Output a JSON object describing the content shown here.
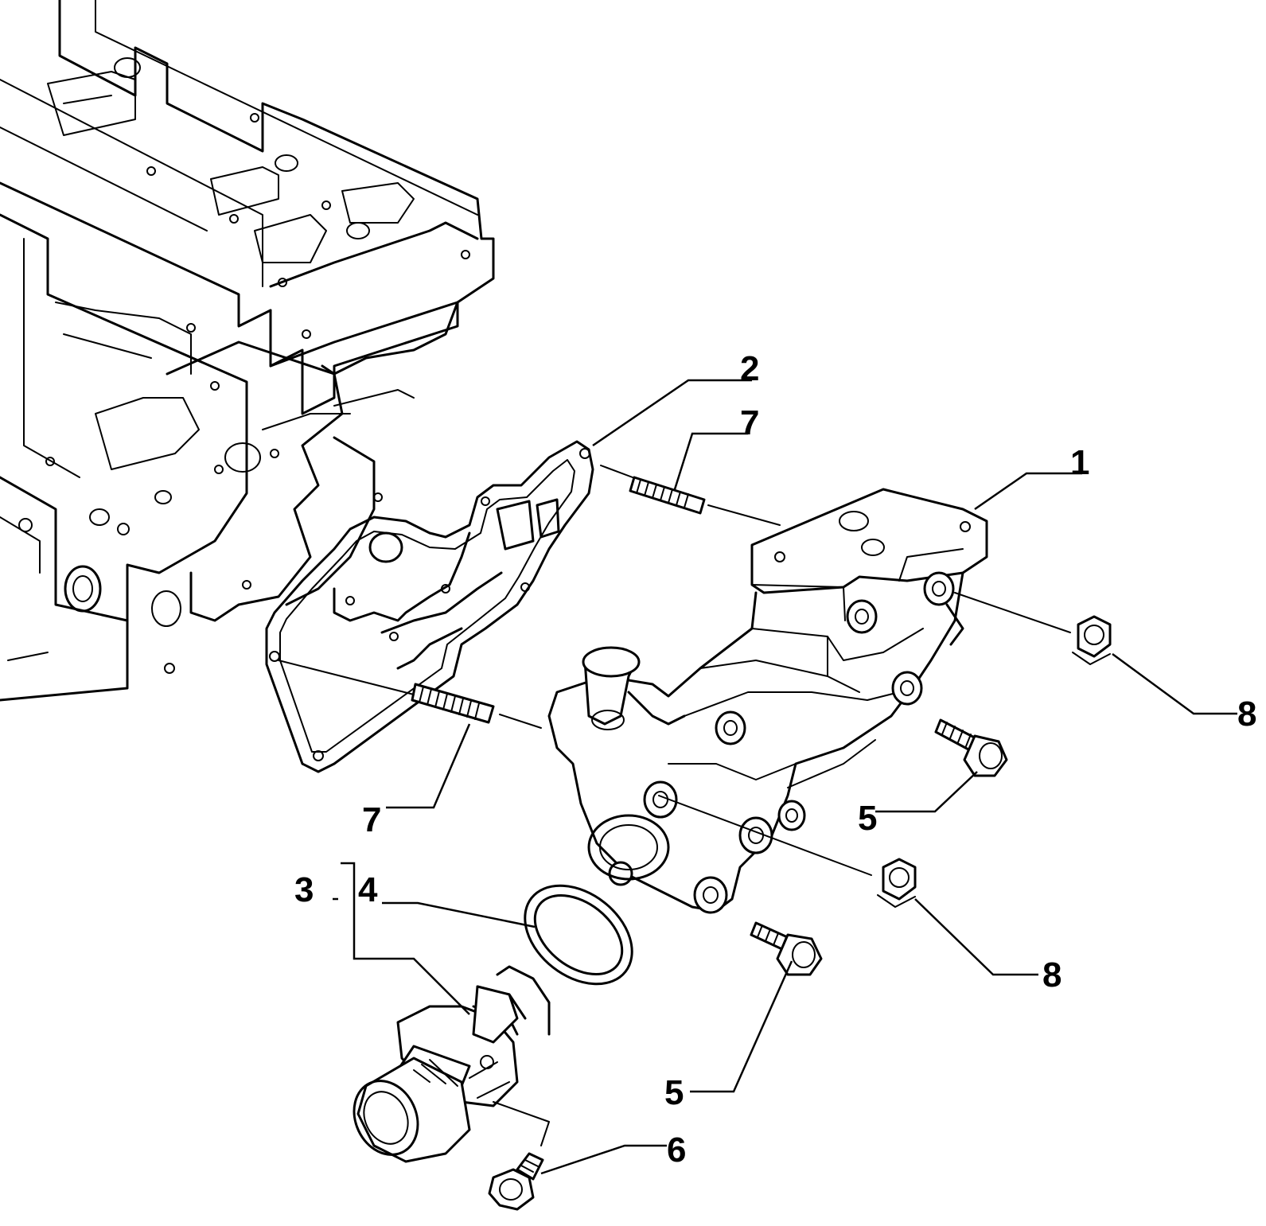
{
  "callouts": {
    "c1": "1",
    "c2": "2",
    "c3": "3",
    "c4": "4",
    "c5a": "5",
    "c5b": "5",
    "c6": "6",
    "c7a": "7",
    "c7b": "7",
    "c8a": "8",
    "c8b": "8"
  }
}
